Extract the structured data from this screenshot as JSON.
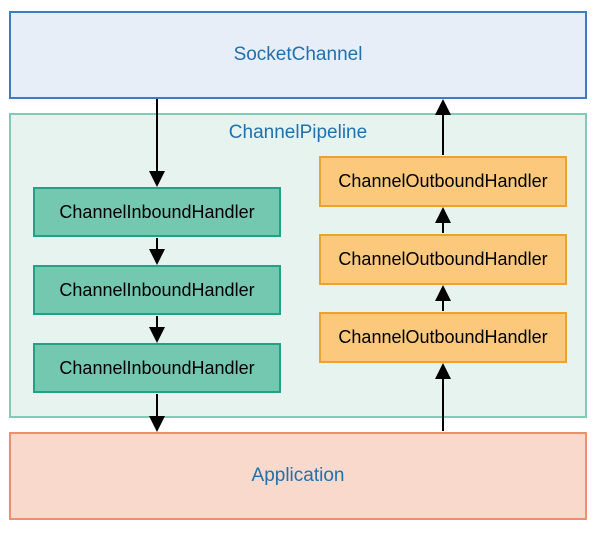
{
  "diagram": {
    "socket_channel": "SocketChannel",
    "pipeline": "ChannelPipeline",
    "inbound_handlers": [
      "ChannelInboundHandler",
      "ChannelInboundHandler",
      "ChannelInboundHandler"
    ],
    "outbound_handlers": [
      "ChannelOutboundHandler",
      "ChannelOutboundHandler",
      "ChannelOutboundHandler"
    ],
    "application": "Application"
  },
  "colors": {
    "socket_fill": "#e8eef8",
    "socket_border": "#3b7dbf",
    "pipeline_fill": "#e7f3ef",
    "pipeline_border": "#7eccb8",
    "inbound_fill": "#73c8af",
    "inbound_border": "#21a287",
    "outbound_fill": "#fbc87c",
    "outbound_border": "#eca22d",
    "application_fill": "#f8d9cc",
    "application_border": "#ee906b",
    "label_text": "#2071ad",
    "handler_text": "#000000",
    "arrow": "#000000"
  }
}
